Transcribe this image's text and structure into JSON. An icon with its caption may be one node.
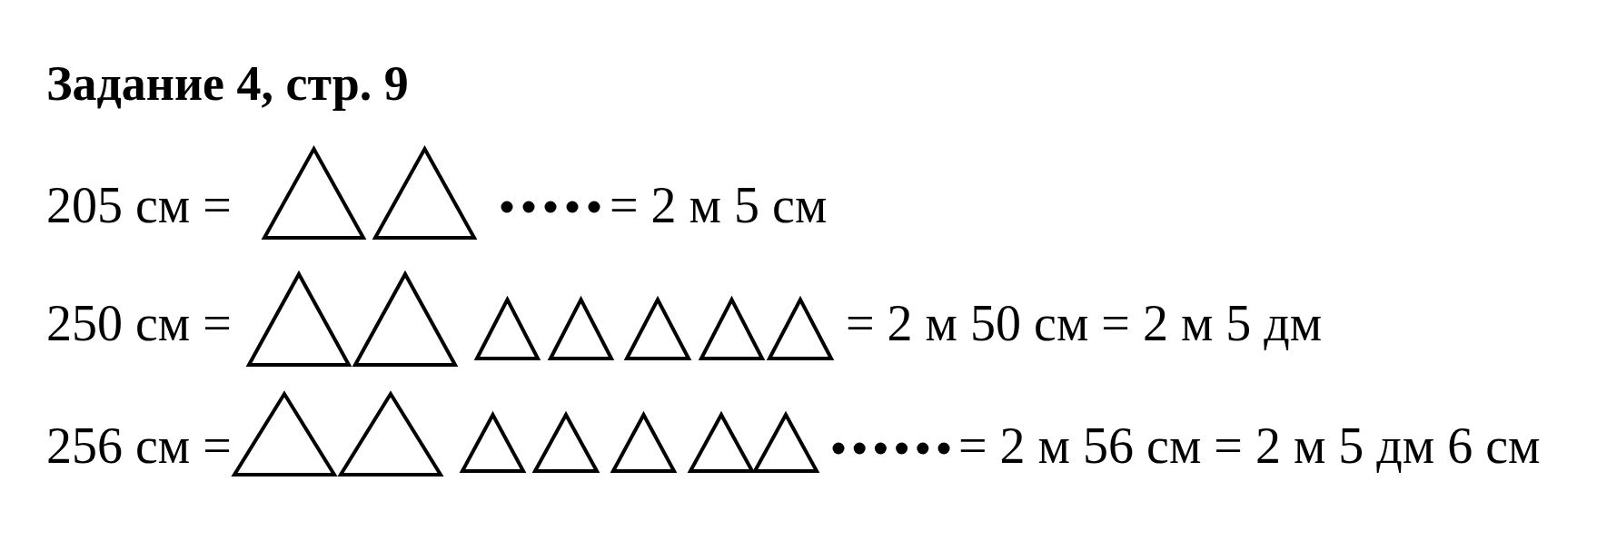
{
  "diagram": {
    "title": "Задание 4, стр. 9",
    "labels": [
      "205 см =",
      "= 2 м 5 см",
      "250 см =",
      "= 2 м 50 см = 2 м 5 дм",
      "256 см =",
      "= 2 м 56 см = 2 м 5 дм 6 см"
    ]
  }
}
